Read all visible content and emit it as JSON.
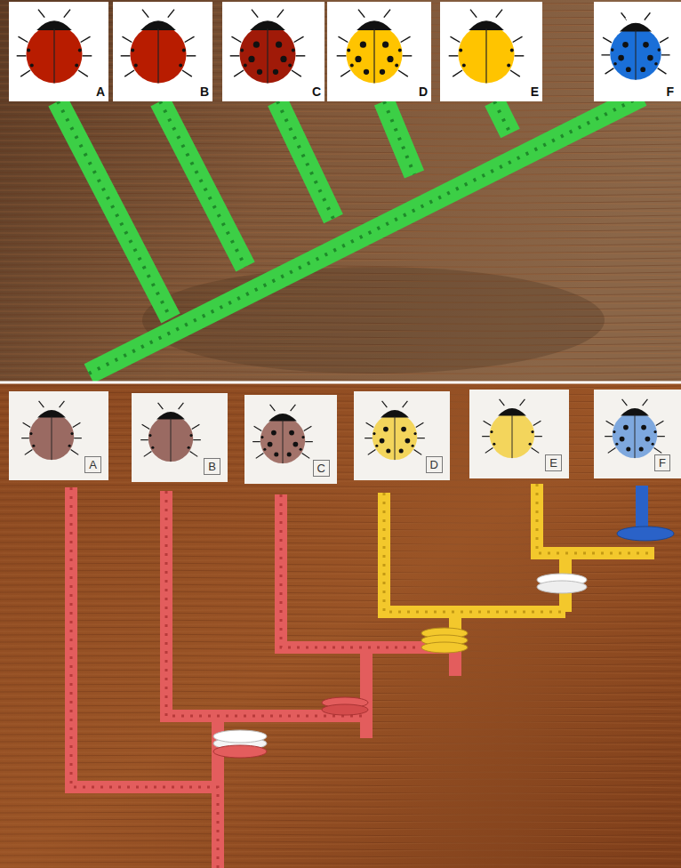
{
  "diagram": {
    "nodes": [
      {
        "text": [
          "A"
        ]
      },
      {
        "text": [
          "B"
        ]
      },
      {
        "text": [
          "C"
        ]
      },
      {
        "text": [
          "D"
        ]
      },
      {
        "text": [
          "E"
        ]
      },
      {
        "text": [
          "F"
        ]
      },
      {
        "text": [
          "A"
        ]
      },
      {
        "text": [
          "B"
        ]
      },
      {
        "text": [
          "C"
        ]
      },
      {
        "text": [
          "D"
        ]
      },
      {
        "text": [
          "E"
        ]
      },
      {
        "text": [
          "F"
        ]
      }
    ]
  }
}
